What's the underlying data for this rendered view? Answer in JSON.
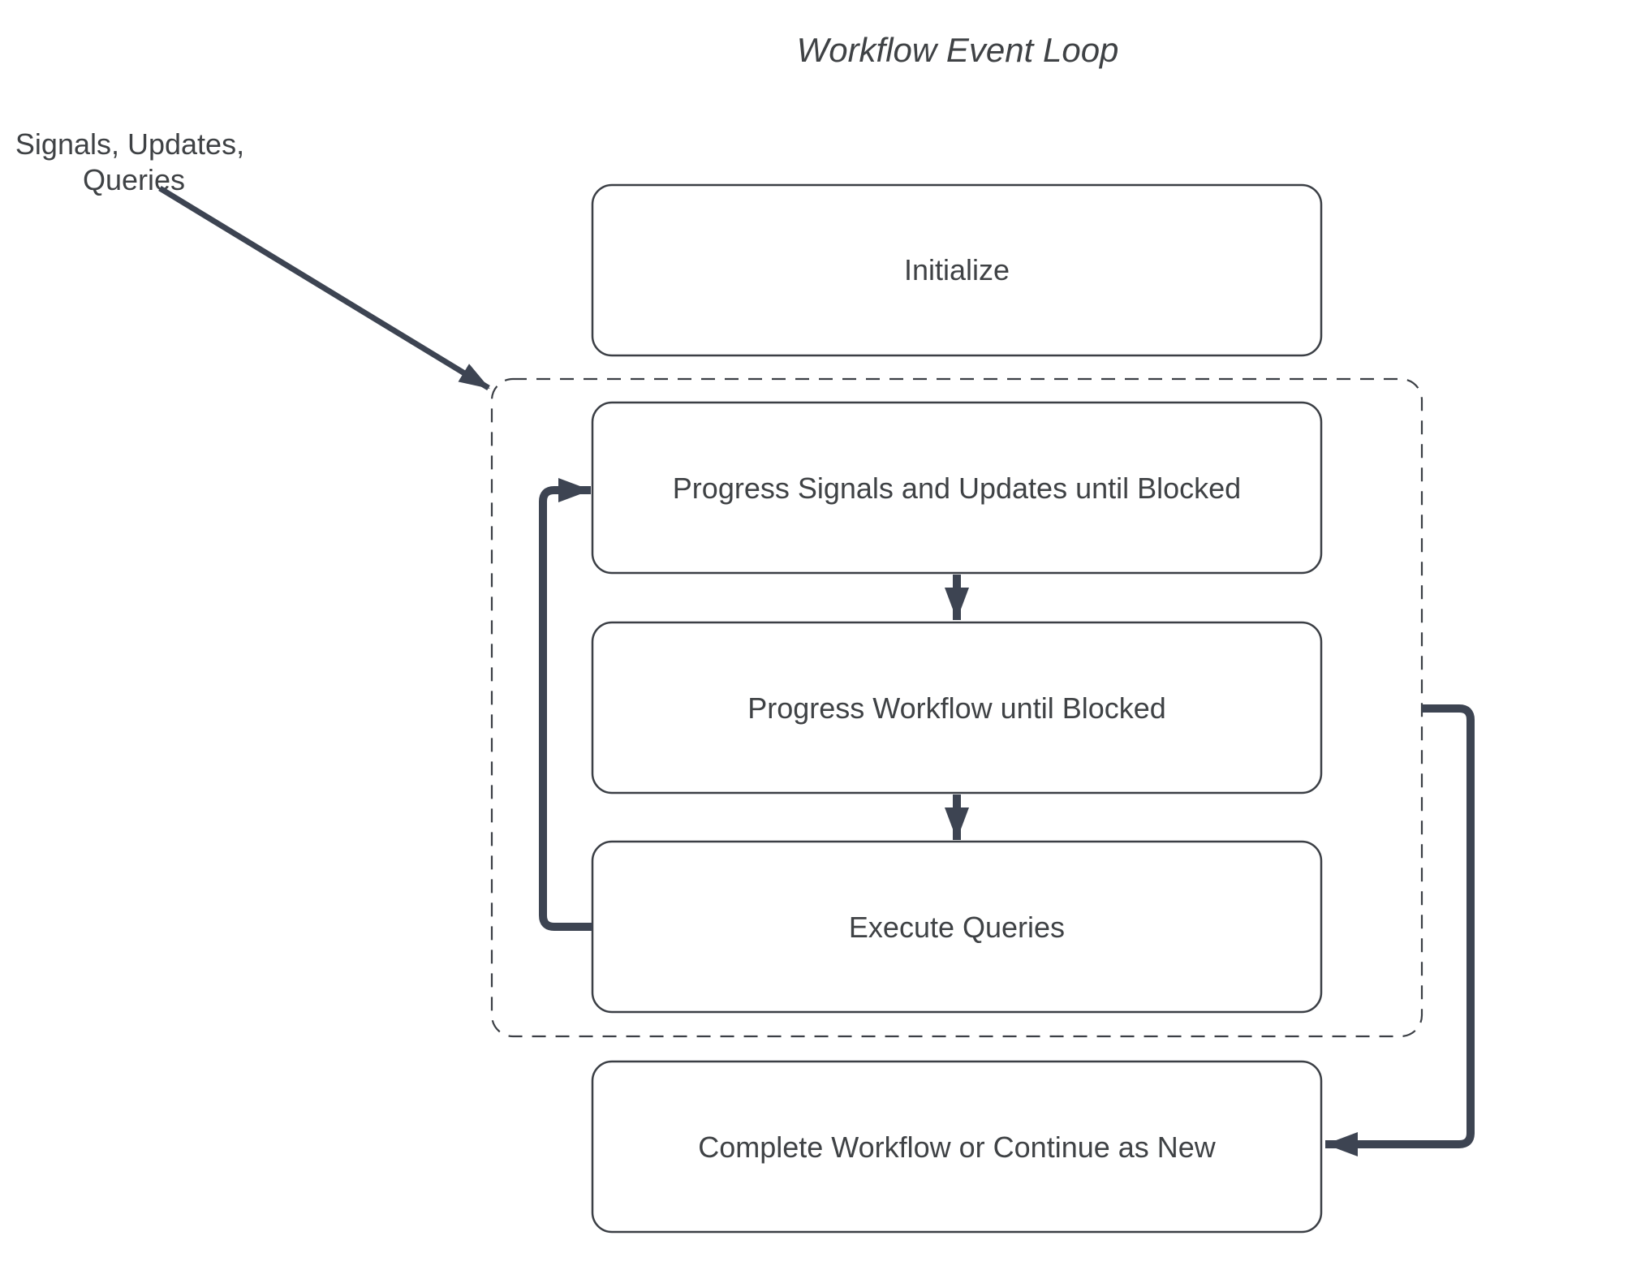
{
  "diagram": {
    "title": "Workflow Event Loop",
    "annotation": {
      "line1": "Signals, Updates,",
      "line2": "Queries"
    },
    "nodes": [
      {
        "id": "initialize",
        "label": "Initialize"
      },
      {
        "id": "progress-signals",
        "label": "Progress Signals and Updates until Blocked"
      },
      {
        "id": "progress-workflow",
        "label": "Progress Workflow until Blocked"
      },
      {
        "id": "execute-queries",
        "label": "Execute Queries"
      },
      {
        "id": "complete-workflow",
        "label": "Complete Workflow or Continue as New"
      }
    ],
    "group": {
      "id": "event-loop-group",
      "style": "dashed",
      "contains": [
        "progress-signals",
        "progress-workflow",
        "execute-queries"
      ]
    },
    "edges": [
      {
        "from": "annotation",
        "to": "event-loop-group",
        "style": "thin-arrow"
      },
      {
        "from": "progress-signals",
        "to": "progress-workflow",
        "style": "thick-arrow"
      },
      {
        "from": "progress-workflow",
        "to": "execute-queries",
        "style": "thick-arrow"
      },
      {
        "from": "execute-queries",
        "to": "progress-signals",
        "style": "thick-loop-arrow"
      },
      {
        "from": "event-loop-group",
        "to": "complete-workflow",
        "style": "thick-elbow-arrow"
      }
    ],
    "colors": {
      "background": "#ffffff",
      "node_fill": "#ffffff",
      "node_border": "#3b3f45",
      "dashed_border": "#3b3f45",
      "arrow": "#3d4452",
      "text": "#3f4245"
    }
  }
}
